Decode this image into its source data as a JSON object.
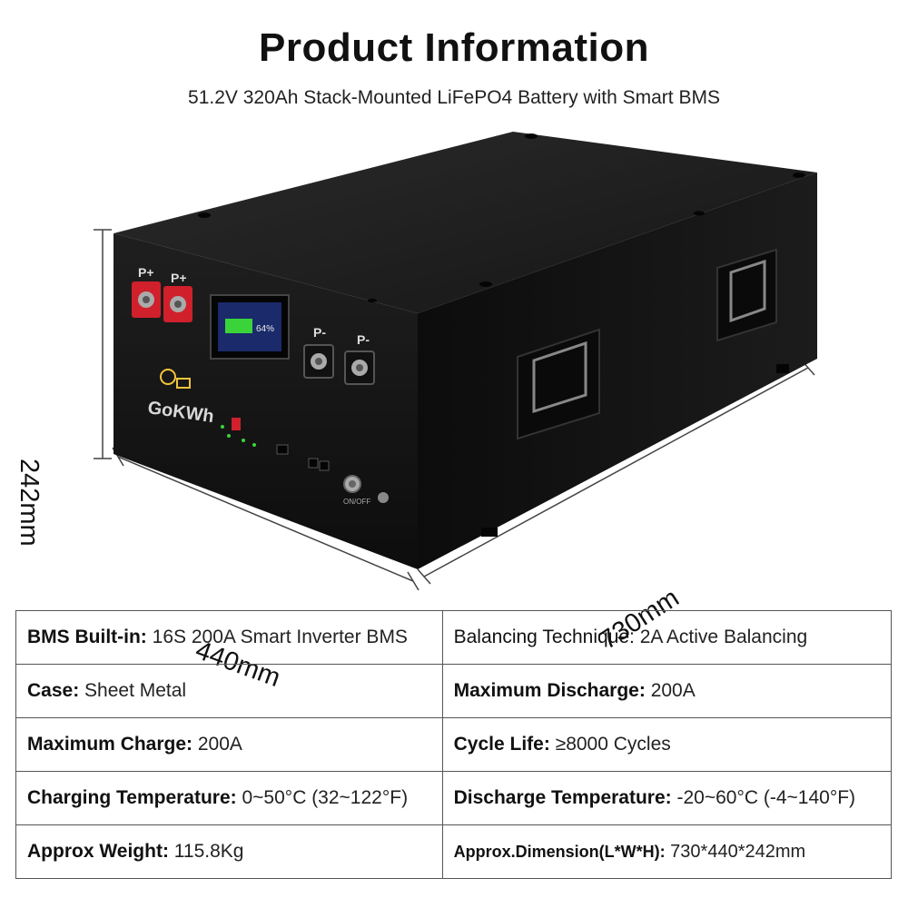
{
  "header": {
    "title": "Product Information",
    "subtitle": "51.2V 320Ah Stack-Mounted LiFePO4 Battery with Smart BMS"
  },
  "product": {
    "brand_logo": "GoKWh",
    "terminals": {
      "positive_label": "P+",
      "negative_label": "P-"
    },
    "switch_label": "ON/OFF",
    "screen_percent": "64%"
  },
  "dimensions": {
    "height": "242mm",
    "width": "440mm",
    "length": "730mm"
  },
  "specs": {
    "rows": [
      {
        "left_key": "BMS Built-in:",
        "left_val": " 16S 200A Smart Inverter BMS",
        "right_key": "Balancing Technique:",
        "right_val": "  2A Active Balancing"
      },
      {
        "left_key": "Case:",
        "left_val": " Sheet Metal",
        "right_key": "Maximum Discharge:",
        "right_val": " 200A"
      },
      {
        "left_key": "Maximum Charge:",
        "left_val": " 200A",
        "right_key": "Cycle Life:",
        "right_val": " ≥8000 Cycles"
      },
      {
        "left_key": "Charging Temperature:",
        "left_val": " 0~50°C (32~122°F)",
        "right_key": "Discharge Temperature:",
        "right_val": " -20~60°C (-4~140°F)"
      },
      {
        "left_key": "Approx Weight:",
        "left_val": " 115.8Kg",
        "right_key": "Approx.Dimension(L*W*H):",
        "right_val": " 730*440*242mm"
      }
    ]
  },
  "colors": {
    "battery_body": "#1a1a1a",
    "terminal_red": "#d0202c",
    "screen_green": "#3ad43a"
  }
}
